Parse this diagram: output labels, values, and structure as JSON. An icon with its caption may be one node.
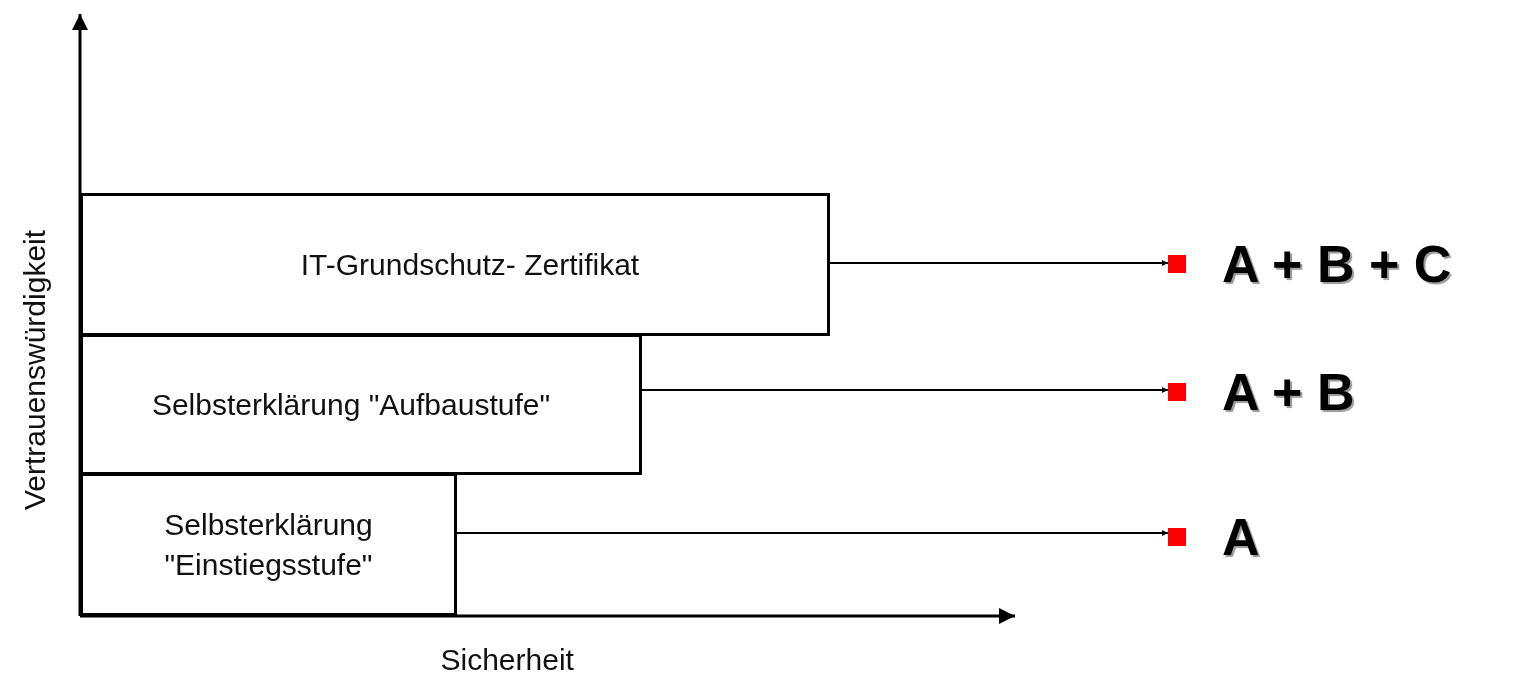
{
  "diagram": {
    "nodes": [
      {
        "text": [
          "IT-Grundschutz- Zertifikat"
        ]
      },
      {
        "text": [
          "Selbsterklärung \"Aufbaustufe\""
        ]
      },
      {
        "text": [
          "Selbsterklärung \"Einstiegsstufe\""
        ]
      },
      {
        "text": [
          "A + B + C"
        ]
      },
      {
        "text": [
          "A + B"
        ]
      },
      {
        "text": [
          "A"
        ]
      }
    ],
    "edges": [
      {
        "from": 0,
        "to": 3,
        "arrow": "to"
      },
      {
        "from": 1,
        "to": 4,
        "arrow": "to"
      },
      {
        "from": 2,
        "to": 5,
        "arrow": "to"
      }
    ],
    "labels": [
      "Vertrauenswürdigkeit",
      "Sicherheit"
    ]
  }
}
